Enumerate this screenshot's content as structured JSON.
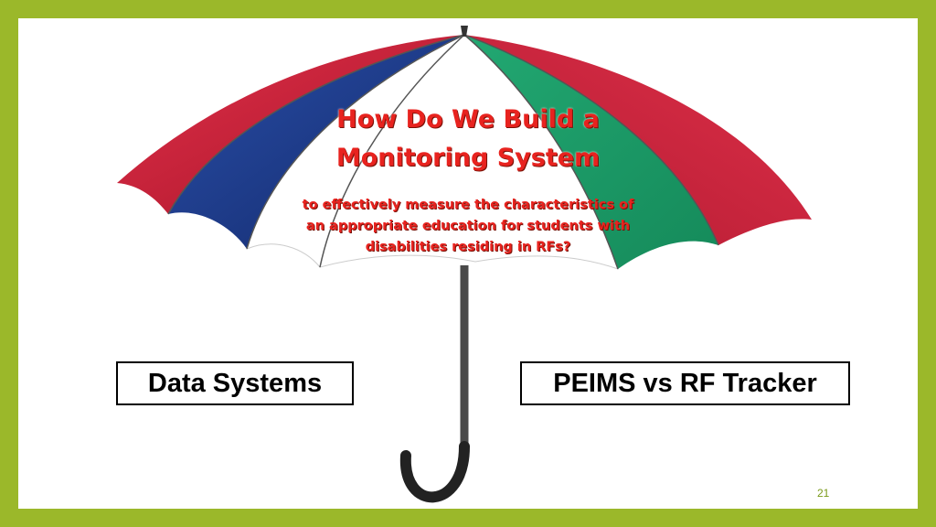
{
  "slide": {
    "title_line1": "How Do We Build a",
    "title_line2": "Monitoring System",
    "subtitle_line1": "to effectively measure the characteristics of",
    "subtitle_line2": "an appropriate education for students with",
    "subtitle_line3": "disabilities residing in RFs?",
    "box_left": "Data Systems",
    "box_right": "PEIMS vs RF Tracker",
    "page_number": "21"
  },
  "colors": {
    "frame": "#9bb82a",
    "title": "#e8231f",
    "umbrella_red": "#c8203a",
    "umbrella_blue": "#1f3f8f",
    "umbrella_green": "#1f9a68",
    "shaft": "#4a4a4a"
  }
}
